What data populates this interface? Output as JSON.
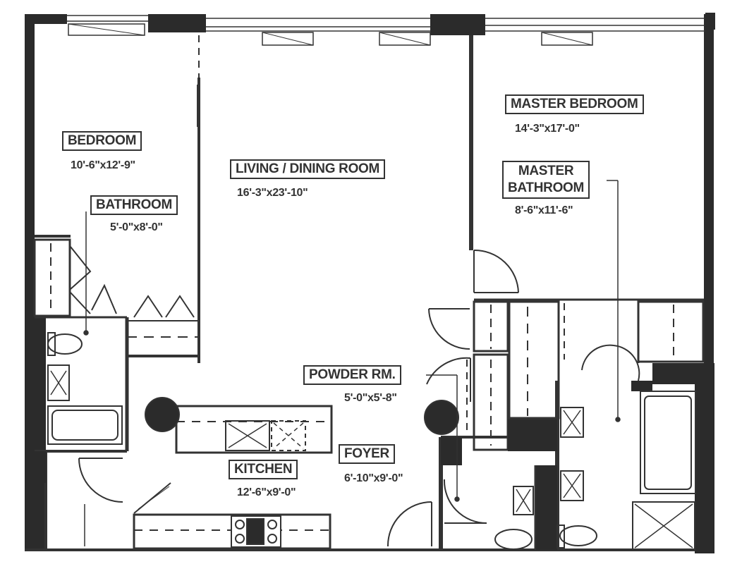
{
  "rooms": {
    "bedroom": {
      "name": "BEDROOM",
      "size": "10'-6\"x12'-9\""
    },
    "bathroom": {
      "name": "BATHROOM",
      "size": "5'-0\"x8'-0\""
    },
    "living": {
      "name": "LIVING / DINING ROOM",
      "size": "16'-3\"x23'-10\""
    },
    "master_bedroom": {
      "name": "MASTER BEDROOM",
      "size": "14'-3\"x17'-0\""
    },
    "master_bathroom": {
      "name_line1": "MASTER",
      "name_line2": "BATHROOM",
      "size": "8'-6\"x11'-6\""
    },
    "powder": {
      "name": "POWDER RM.",
      "size": "5'-0\"x5'-8\""
    },
    "kitchen": {
      "name": "KITCHEN",
      "size": "12'-6\"x9'-0\""
    },
    "foyer": {
      "name": "FOYER",
      "size": "6'-10\"x9'-0\""
    }
  },
  "colors": {
    "wall": "#2b2b2b",
    "line": "#333333",
    "background": "#ffffff"
  }
}
